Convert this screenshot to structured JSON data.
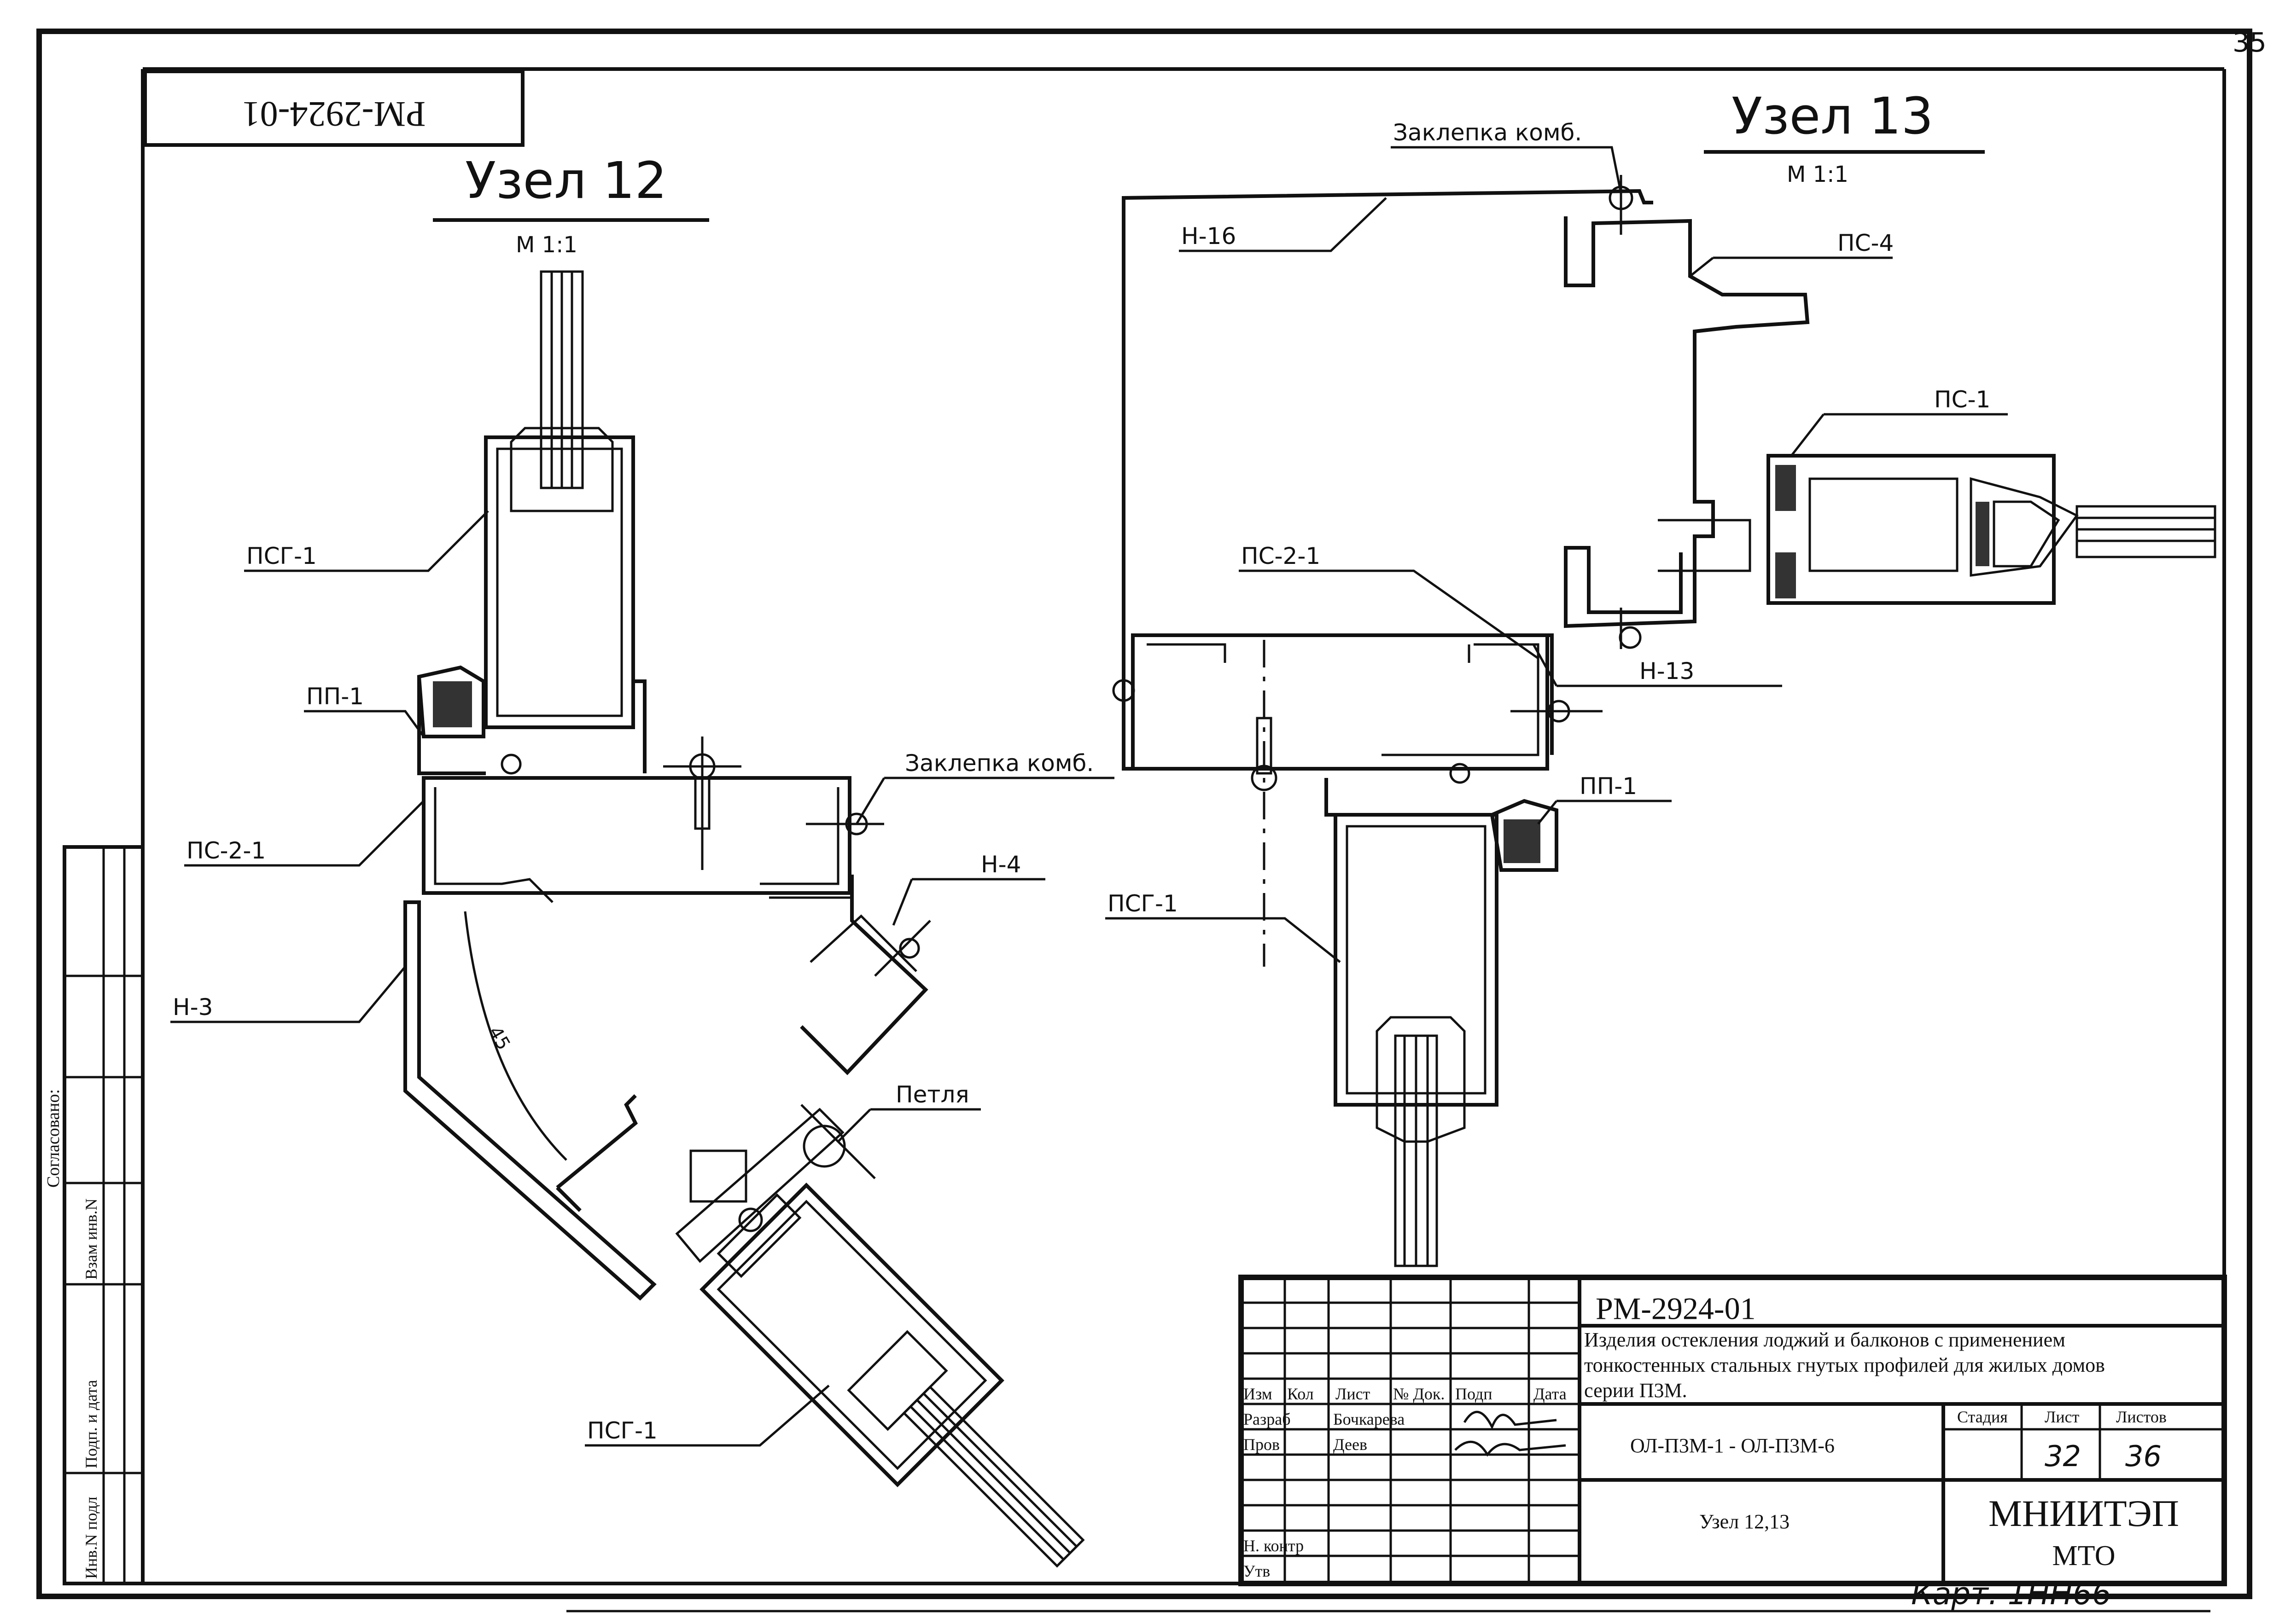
{
  "page_number": "35",
  "drawing_code_rotated": "PM-2924-01",
  "node12": {
    "title": "Узел 12",
    "scale": "M 1:1",
    "labels": {
      "psg1_top": "ПСГ-1",
      "pp1": "ПП-1",
      "ps21": "ПС-2-1",
      "h3": "Н-3",
      "h4": "Н-4",
      "rivet": "Заклепка комб.",
      "hinge": "Петля",
      "psg1_bottom": "ПСГ-1",
      "angle": "45"
    }
  },
  "node13": {
    "title": "Узел 13",
    "scale": "M 1:1",
    "labels": {
      "rivet": "Заклепка комб.",
      "h16": "Н-16",
      "ps4": "ПС-4",
      "ps1": "ПС-1",
      "ps21": "ПС-2-1",
      "h13": "Н-13",
      "pp1": "ПП-1",
      "psg1": "ПСГ-1"
    }
  },
  "side_stamp": {
    "agreed": "Согласовано:",
    "cells": [
      "Взам инв.N",
      "Подп. и дата",
      "Инв.N подл"
    ]
  },
  "title_block": {
    "code": "РМ-2924-01",
    "description_lines": [
      "Изделия остекления лоджий и балконов с применением",
      "тонкостенных стальных гнутых профилей для жилых домов",
      "серии П3М."
    ],
    "headers": [
      "Изм",
      "Кол",
      "Лист",
      "№ Док.",
      "Подп",
      "Дата"
    ],
    "roles": [
      {
        "role": "Разраб",
        "name": "Бочкарева"
      },
      {
        "role": "Пров",
        "name": "Деев"
      },
      {
        "role": "Н. контр",
        "name": ""
      },
      {
        "role": "Утв",
        "name": ""
      }
    ],
    "products": "ОЛ-П3М-1 - ОЛ-П3М-6",
    "sheet_title": "Узел 12,13",
    "stage_label": "Стадия",
    "sheet_label": "Лист",
    "sheets_label": "Листов",
    "sheet": "32",
    "sheets": "36",
    "org": "МНИИТЭП",
    "dept": "МТО",
    "handwritten_note": "Карт. 1НН66"
  }
}
